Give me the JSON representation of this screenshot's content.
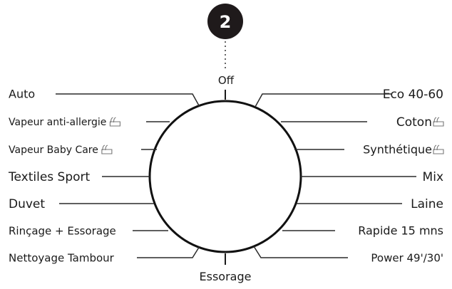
{
  "badge": {
    "number": "2"
  },
  "dial": {
    "top_label": "Off",
    "bottom_label": "Essorage",
    "left_programs": [
      {
        "label": "Auto",
        "steam": false
      },
      {
        "label": "Vapeur anti-allergie",
        "steam": true
      },
      {
        "label": "Vapeur Baby Care",
        "steam": true
      },
      {
        "label": "Textiles Sport",
        "steam": false
      },
      {
        "label": "Duvet",
        "steam": false
      },
      {
        "label": "Rinçage + Essorage",
        "steam": false
      },
      {
        "label": "Nettoyage Tambour",
        "steam": false
      }
    ],
    "right_programs": [
      {
        "label": "Eco 40-60",
        "steam": false
      },
      {
        "label": "Coton",
        "steam": true
      },
      {
        "label": "Synthétique",
        "steam": true
      },
      {
        "label": "Mix",
        "steam": false
      },
      {
        "label": "Laine",
        "steam": false
      },
      {
        "label": "Rapide 15 mns",
        "steam": false
      },
      {
        "label": "Power 49'/30'",
        "steam": false
      }
    ]
  }
}
